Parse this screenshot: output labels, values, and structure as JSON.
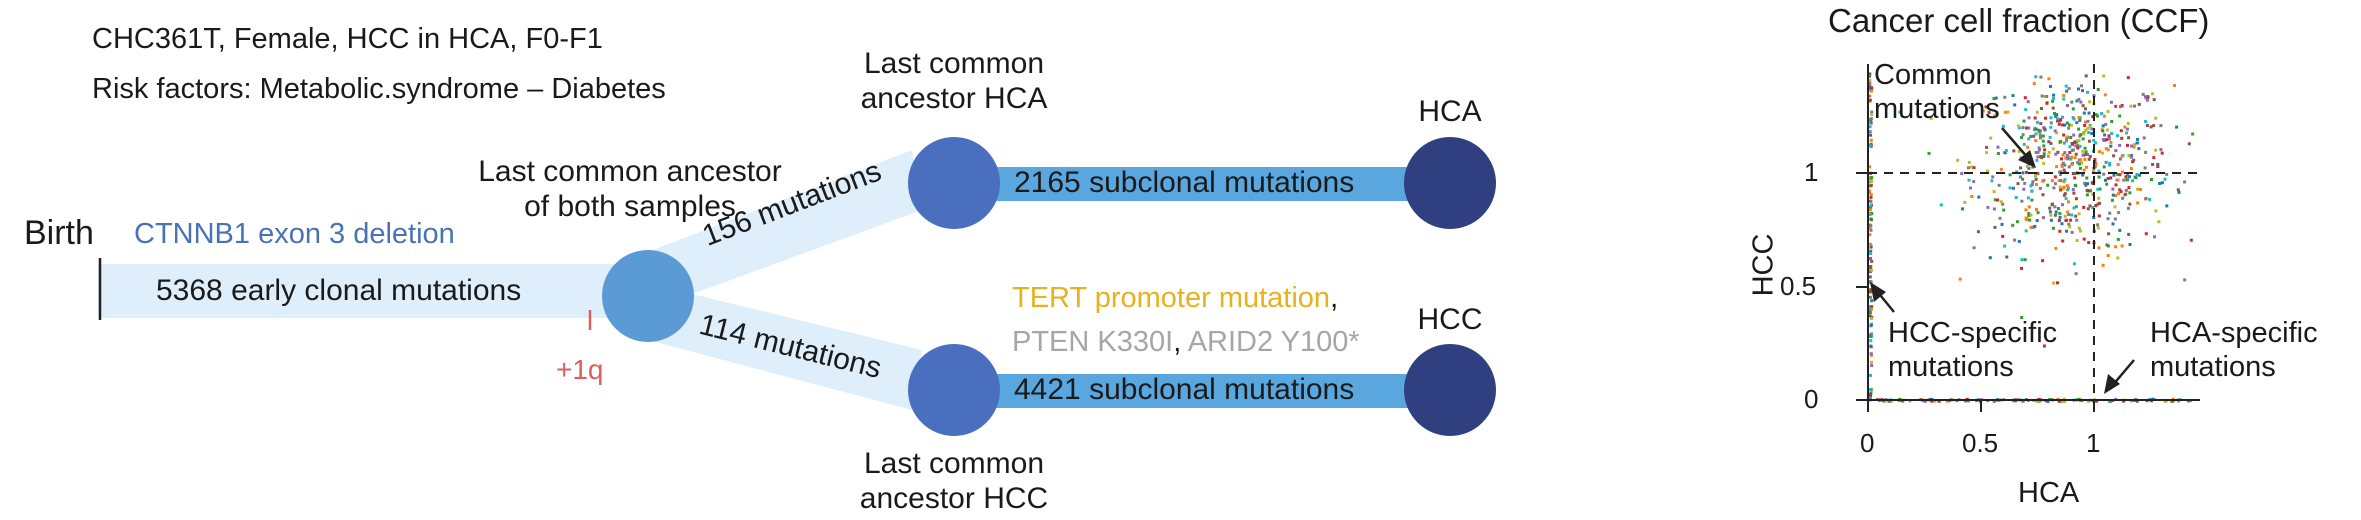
{
  "header": {
    "line1": "CHC361T, Female, HCC in HCA, F0-F1",
    "line2": "Risk factors: Metabolic.syndrome – Diabetes"
  },
  "tree": {
    "birth_label": "Birth",
    "trunk_driver": "CTNNB1 exon 3 deletion",
    "trunk_mutations": "5368 early clonal mutations",
    "cnv_event": "+1q",
    "lca_both": [
      "Last common ancestor",
      "of both samples"
    ],
    "branch_hca_mutations": "156 mutations",
    "branch_hcc_mutations": "114 mutations",
    "lca_hca": [
      "Last common",
      "ancestor HCA"
    ],
    "lca_hcc": [
      "Last common",
      "ancestor HCC"
    ],
    "hca_subclonal": "2165 subclonal mutations",
    "hcc_subclonal": "4421 subclonal mutations",
    "hca_label": "HCA",
    "hcc_label": "HCC",
    "hcc_drivers": {
      "tert": "TERT promoter mutation",
      "comma1": ",",
      "pten": "PTEN K330I",
      "comma2": ",",
      "arid2": "ARID2 Y100*"
    },
    "colors": {
      "trunk_band": "#dfeefb",
      "node_root": "#5b9bd5",
      "node_lca": "#4a6fbf",
      "node_tip": "#2f3f7f",
      "sub_band": "#5aa7e0",
      "driver_blue": "#4a73b6",
      "driver_yellow": "#e6b21e",
      "driver_grey": "#a6a6a6",
      "cnv_red": "#d9605e"
    }
  },
  "chart_data": {
    "type": "scatter",
    "title": "Cancer cell fraction (CCF)",
    "xlabel": "HCA",
    "ylabel": "HCC",
    "xlim": [
      0,
      1.45
    ],
    "ylim": [
      0,
      1.45
    ],
    "xticks": [
      "0",
      "0.5",
      "1"
    ],
    "yticks": [
      "0",
      "0.5",
      "1"
    ],
    "reference_lines": {
      "x": 1,
      "y": 1,
      "style": "dashed"
    },
    "annotations": {
      "common": [
        "Common",
        "mutations"
      ],
      "hcc_specific": [
        "HCC-specific",
        "mutations"
      ],
      "hca_specific": [
        "HCA-specific",
        "mutations"
      ]
    },
    "clusters": [
      {
        "group": "common",
        "center": [
          0.9,
          1.05
        ],
        "spread": [
          0.22,
          0.2
        ],
        "n": 650
      },
      {
        "group": "hcc-specific",
        "x": 0.0,
        "y_range": [
          0.0,
          1.45
        ],
        "n": 120
      },
      {
        "group": "hca-specific",
        "y": 0.0,
        "x_range": [
          0.0,
          1.45
        ],
        "n": 120
      }
    ],
    "point_colors": [
      "#d62728",
      "#2ca02c",
      "#1f77b4",
      "#ff7f0e",
      "#17becf",
      "#9467bd",
      "#bcbd22",
      "#8c564b",
      "#7f7f7f"
    ]
  }
}
